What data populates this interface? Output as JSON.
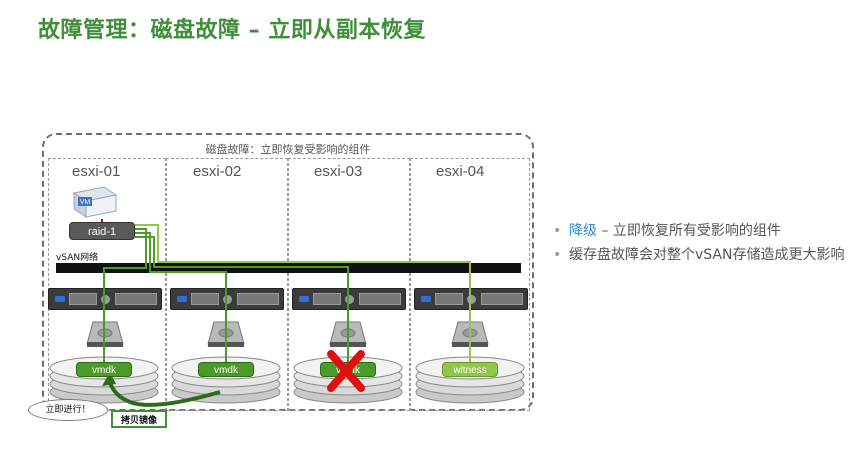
{
  "title": "故障管理：磁盘故障 – 立即从副本恢复",
  "cluster": {
    "label": "磁盘故障：立即恢复受影响的组件",
    "hosts": [
      "esxi-01",
      "esxi-02",
      "esxi-03",
      "esxi-04"
    ],
    "network_label": "vSAN网络",
    "raid_label": "raid-1",
    "vm_label": "VM",
    "disks": [
      {
        "label": "vmdk",
        "failed": false
      },
      {
        "label": "vmdk",
        "failed": false
      },
      {
        "label": "vmdk",
        "failed": true
      },
      {
        "label": "witness",
        "failed": false
      }
    ],
    "callout_immediate": "立即进行！",
    "callout_copy": "拷贝镜像"
  },
  "bullets": {
    "item1_accent": "降级",
    "item1_text": " – 立即恢复所有受影响的组件",
    "item2_text": "缓存盘故障会对整个vSAN存储造成更大影响"
  },
  "colors": {
    "title": "#3f8f3a",
    "accent": "#2e8bd6",
    "vmdk": "#4c9a2a",
    "witness": "#93c64a",
    "failure": "#e01010"
  }
}
